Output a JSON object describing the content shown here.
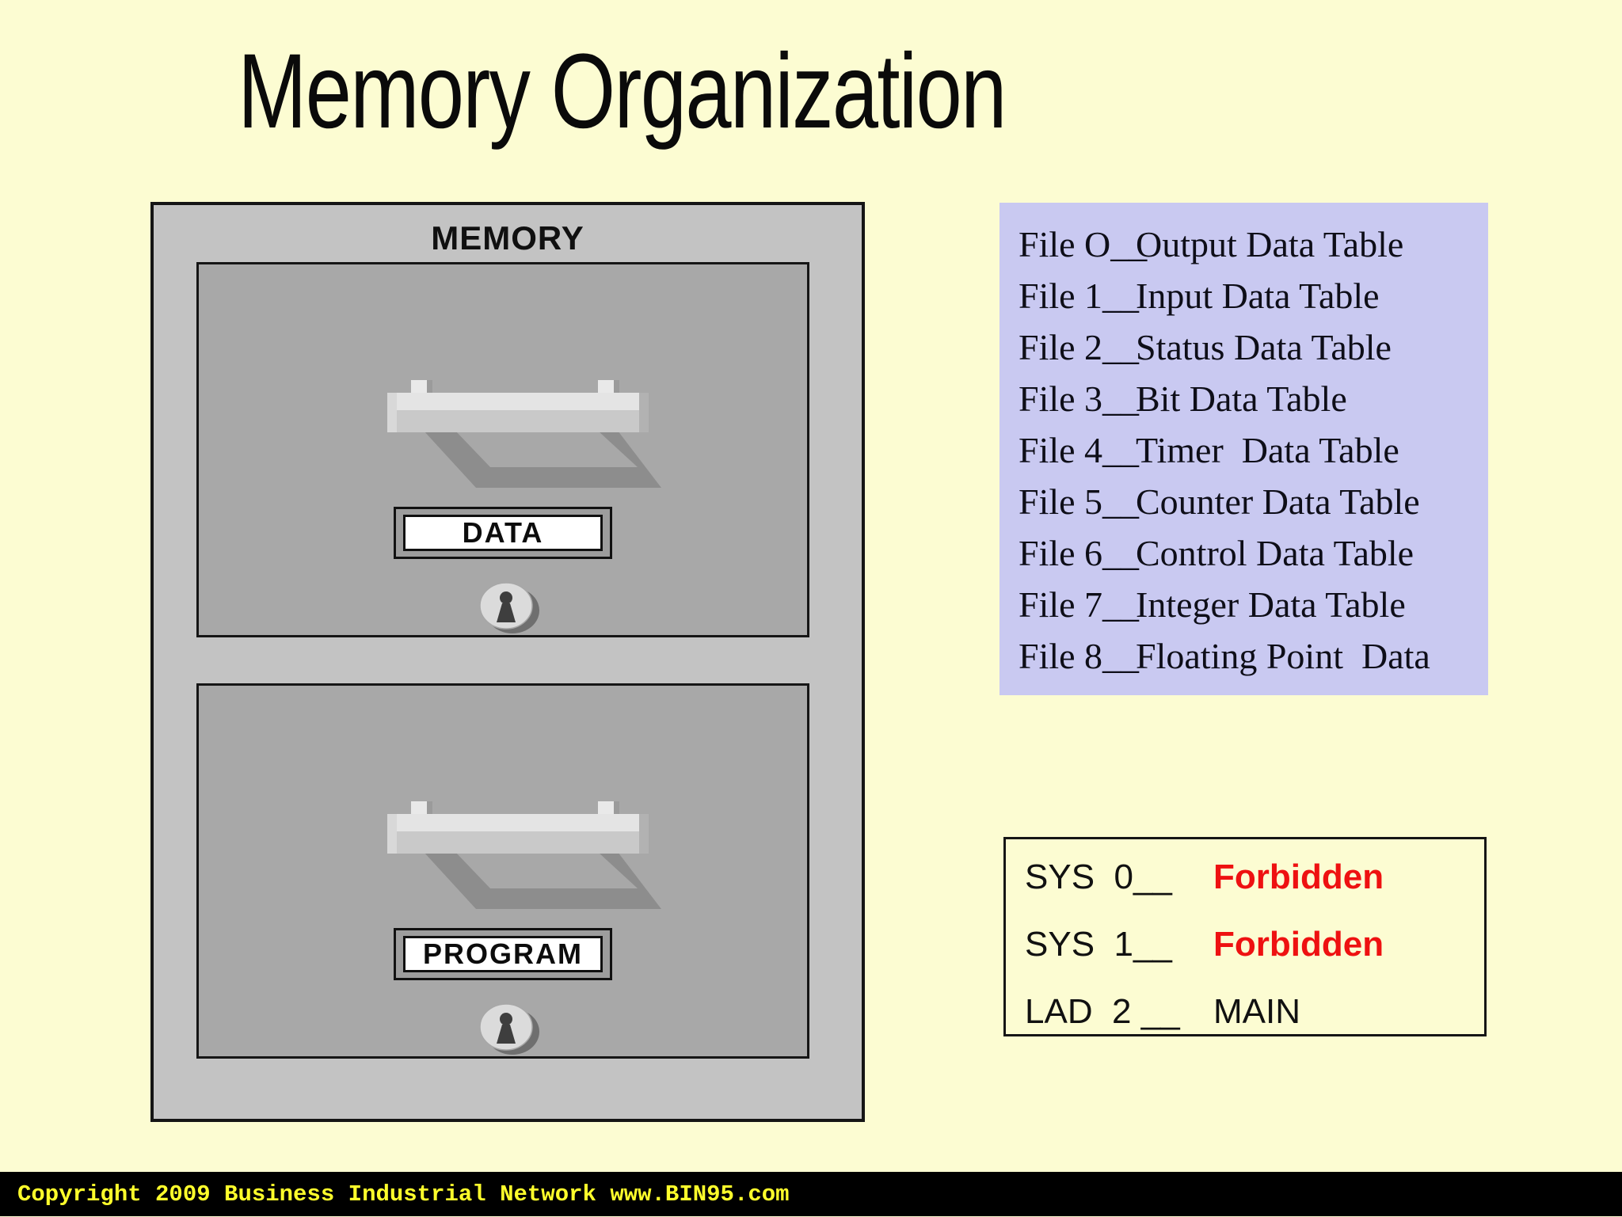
{
  "title": "Memory Organization",
  "cabinet": {
    "label": "MEMORY",
    "drawers": [
      {
        "label": "DATA"
      },
      {
        "label": "PROGRAM"
      }
    ]
  },
  "file_table": {
    "bg_color": "#c9c9f1",
    "rows": [
      {
        "id": "File O__",
        "name": "Output Data Table"
      },
      {
        "id": "File 1__",
        "name": "Input Data Table"
      },
      {
        "id": "File 2__",
        "name": "Status Data Table"
      },
      {
        "id": "File 3__",
        "name": "Bit Data Table"
      },
      {
        "id": "File 4__",
        "name": "Timer  Data Table"
      },
      {
        "id": "File 5__",
        "name": "Counter Data Table"
      },
      {
        "id": "File 6__",
        "name": "Control Data Table"
      },
      {
        "id": "File 7__",
        "name": "Integer Data Table"
      },
      {
        "id": "File 8__",
        "name": "Floating Point  Data"
      }
    ]
  },
  "sys_box": {
    "forbidden_color": "#ee1111",
    "rows": [
      {
        "id": "SYS  0__",
        "value": "Forbidden"
      },
      {
        "id": "SYS  1__",
        "value": "Forbidden"
      },
      {
        "id": "LAD  2 __",
        "value": "MAIN"
      }
    ]
  },
  "footer": {
    "text": "Copyright 2009 Business Industrial Network www.BIN95.com",
    "bg_color": "#000000",
    "text_color": "#ffff2b"
  },
  "page": {
    "bg_color": "#fcfcd2"
  }
}
